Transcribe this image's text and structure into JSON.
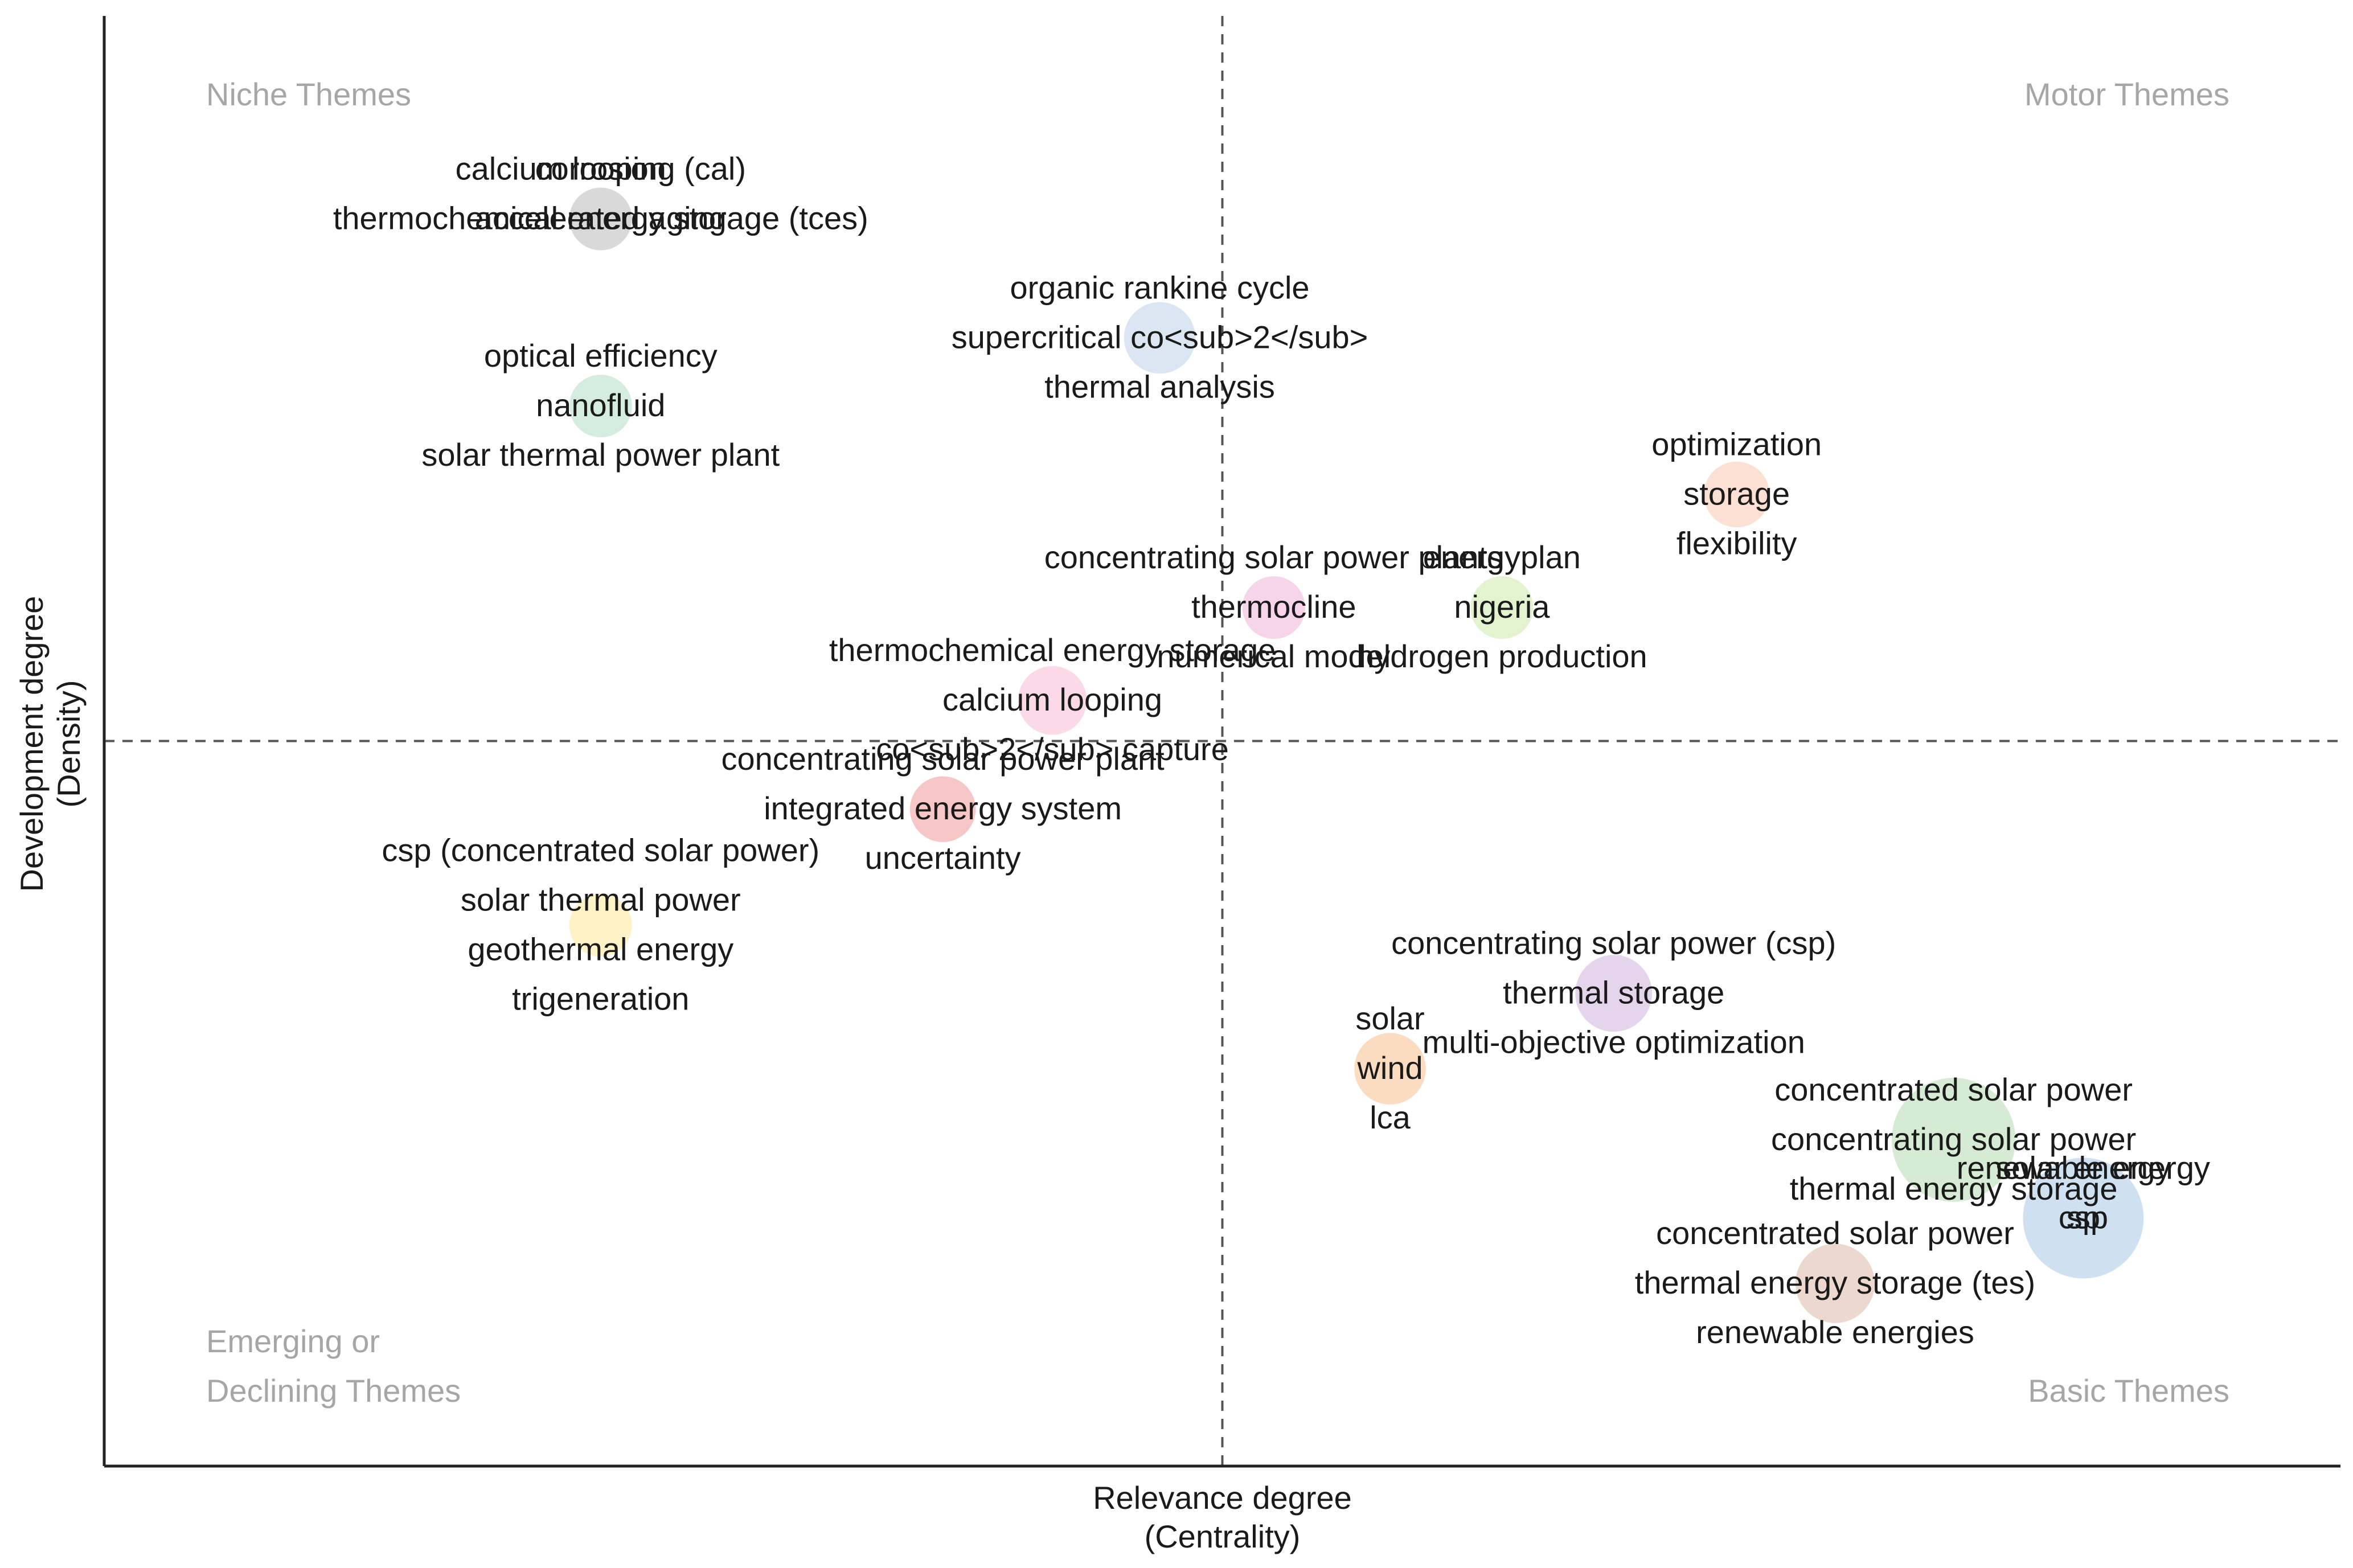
{
  "chart_data": {
    "type": "scatter",
    "title": "",
    "xlabel": "Relevance degree",
    "xlabel_sub": "(Centrality)",
    "ylabel": "Development degree",
    "ylabel_sub": "(Density)",
    "xlim": [
      0,
      100
    ],
    "ylim": [
      0,
      100
    ],
    "grid": false,
    "reference_lines": {
      "x": 50,
      "y": 50
    },
    "quadrants": [
      {
        "name": "niche",
        "lines": [
          "Niche Themes"
        ],
        "position": "top-left"
      },
      {
        "name": "motor",
        "lines": [
          "Motor Themes"
        ],
        "position": "top-right"
      },
      {
        "name": "emerging",
        "lines": [
          "Emerging or",
          "Declining Themes"
        ],
        "position": "bottom-left"
      },
      {
        "name": "basic",
        "lines": [
          "Basic Themes"
        ],
        "position": "bottom-right"
      }
    ],
    "clusters": [
      {
        "x": 22.2,
        "y": 86.0,
        "size": 1.0,
        "color": "#d9d9d9",
        "labels": [
          "calcium looping (cal)",
          "corrosion",
          "accelerated aging",
          "thermochemical energy storage (tces)"
        ],
        "layout": "overlap"
      },
      {
        "x": 47.2,
        "y": 77.8,
        "size": 1.3,
        "color": "#dce6f2",
        "labels": [
          "organic rankine cycle",
          "supercritical co<sub>2</sub>",
          "thermal analysis"
        ]
      },
      {
        "x": 22.2,
        "y": 73.1,
        "size": 1.0,
        "color": "#d5ede0",
        "labels": [
          "optical efficiency",
          "nanofluid",
          "solar thermal power plant"
        ]
      },
      {
        "x": 73.0,
        "y": 67.0,
        "size": 1.1,
        "color": "#fde0d4",
        "labels": [
          "optimization",
          "storage",
          "flexibility"
        ]
      },
      {
        "x": 52.3,
        "y": 59.2,
        "size": 1.0,
        "color": "#f6d5ea",
        "labels": [
          "concentrating solar power plants",
          "thermocline",
          "numerical model"
        ]
      },
      {
        "x": 62.5,
        "y": 59.2,
        "size": 1.0,
        "color": "#e3f2cf",
        "labels": [
          "energyplan",
          "nigeria",
          "hydrogen production"
        ]
      },
      {
        "x": 42.4,
        "y": 52.8,
        "size": 1.2,
        "color": "#fbd9e6",
        "labels": [
          "thermochemical energy storage",
          "calcium looping",
          "co<sub>2</sub> capture"
        ]
      },
      {
        "x": 37.5,
        "y": 45.3,
        "size": 1.1,
        "color": "#f7c6c6",
        "labels": [
          "concentrating solar power plant",
          "integrated energy system",
          "uncertainty"
        ]
      },
      {
        "x": 22.2,
        "y": 37.3,
        "size": 1.0,
        "color": "#fdf3c7",
        "labels": [
          "csp (concentrated solar power)",
          "solar thermal power",
          "geothermal energy",
          "trigeneration"
        ]
      },
      {
        "x": 67.5,
        "y": 32.6,
        "size": 1.5,
        "color": "#e4d5ec",
        "labels": [
          "concentrating solar power (csp)",
          "thermal storage",
          "multi-objective optimization"
        ]
      },
      {
        "x": 57.5,
        "y": 27.4,
        "size": 1.3,
        "color": "#fbdcc0",
        "labels": [
          "solar",
          "wind",
          "lca"
        ]
      },
      {
        "x": 82.7,
        "y": 22.5,
        "size": 3.9,
        "color": "#d6ebd3",
        "labels": [
          "concentrated solar power",
          "concentrating solar power",
          "thermal energy storage"
        ]
      },
      {
        "x": 88.5,
        "y": 17.1,
        "size": 3.7,
        "color": "#cfe0f1",
        "labels": [
          "renewable energy",
          "solar energy",
          "csp",
          "sp"
        ],
        "layout": "overlap"
      },
      {
        "x": 77.4,
        "y": 12.6,
        "size": 1.6,
        "color": "#ecd8cf",
        "labels": [
          "concentrated solar power",
          "thermal energy storage (tes)",
          "renewable energies"
        ]
      }
    ]
  }
}
